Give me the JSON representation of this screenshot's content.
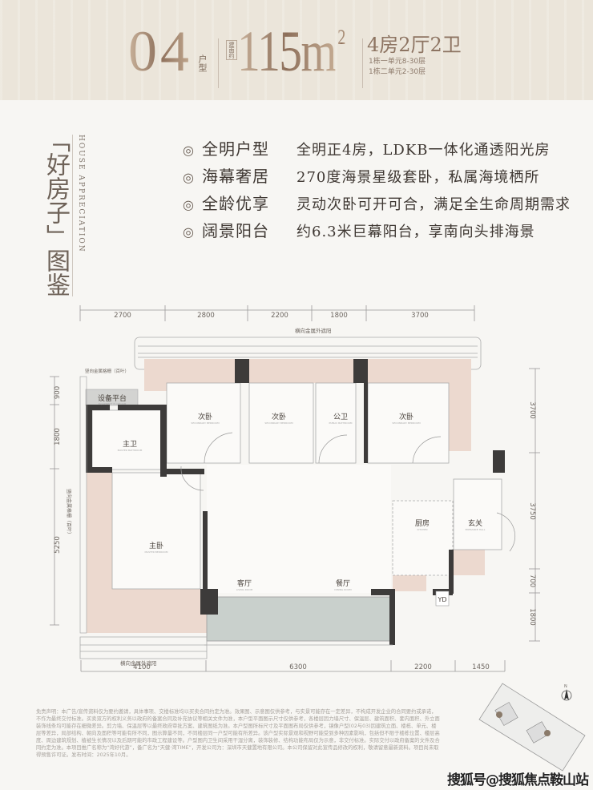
{
  "header": {
    "unit_no": "04",
    "unit_label": "户型",
    "area_prefix": "建面约",
    "area": "115m",
    "area_sup": "2",
    "layout": "4房2厅2卫",
    "building_lines": [
      "1栋一单元8-30层",
      "1栋二单元2-30层"
    ]
  },
  "title": {
    "main": "「好房子」图鉴",
    "english": "HOUSE APPRECIATION"
  },
  "features": [
    {
      "label": "全明户型",
      "desc": "全明正4房，LDKB一体化通透阳光房"
    },
    {
      "label": "海幕奢居",
      "desc": "270度海景星级套卧，私属海境栖所"
    },
    {
      "label": "全龄优享",
      "desc": "灵动次卧可开可合，满足全生命周期需求"
    },
    {
      "label": "阔景阳台",
      "desc": "约6.3米巨幕阳台，享南向头排海景"
    }
  ],
  "plan": {
    "top_dims": [
      "2700",
      "2800",
      "2200",
      "1800",
      "3700"
    ],
    "bottom_dims": [
      "4100",
      "6300",
      "2200",
      "1450"
    ],
    "right_dims": [
      "3700",
      "3750",
      "700",
      "1800"
    ],
    "left_dims": [
      "900",
      "1800",
      "5250"
    ],
    "notes": {
      "top_shade": "横向金属外遮阳",
      "bottom_shade": "横向金属外遮阳",
      "left_louver_top": "竖向金属格栅（百叶）",
      "left_louver_side": "竖向金属格栅（百叶）"
    },
    "rooms": {
      "equipment": "设备平台",
      "master_bath": "主卫",
      "bed2a": "次卧",
      "bed2b": "次卧",
      "public_bath": "公卫",
      "bed2c": "次卧",
      "master_bed": "主卧",
      "living": "客厅",
      "dining": "餐厅",
      "kitchen": "厨房",
      "foyer": "玄关",
      "yd": "YD"
    },
    "rooms_en": {
      "equipment": "EQUIPMENT PLATFORM",
      "master_bath": "MASTER BATHROOM",
      "bed": "SECONDARY BEDROOM",
      "public_bath": "PUBLIC BATHROOM",
      "master_bed": "MASTER BEDROOM",
      "living": "LIVING ROOM",
      "dining": "DINING ROOM",
      "kitchen": "KITCHEN",
      "foyer": "ENTRANCE HALL"
    },
    "north": "N"
  },
  "disclaimer": "免责声明：本广告/宣传资料仅为要约邀请，具体事项、交楼标准均以买卖合同约定为准。效果图、示意图仅供参考，与实景可能存在一定差异，不构成开发企业的合同要约或承诺，不作为最终交付标准。买卖双方的权利义务以政府的备案合同及补充协议等相关文件为准，本户型平面图示尺寸仅供参考，各楼层因力墙尺寸、保温层、建筑面积、套内面积、外立面装饰线条均可能存在细微差异。剪力墙、保温层等以最终政府审批方案、建筑图纸为准。本户型图所标尺寸及平面图布局仅供参考，镜像户型(02与03)因建筑立面、楼栋、单元、楼层等差异，局部结构、朝向及面积等可能有所不同，图示算量不同，不同楼层同一户型可能有所差异。该户型实际景观和视野可能受到多种因素影响，包括但不限于楼栋位置、楼层高度、周边建筑规划、植被生长情况以及后期可能的市政工程建设等。户型图内卫生间采用干湿分离，装饰装修、结构功能布局仅为示意，非交付标准。实际交付以政府备案的文件及合同约定为准。本项目推广名称为“湾好代游”，备广名为“天健·湾TIME”，开发公司为：深圳市天健置地有限公司。本公司保留对此宣传品修改的权利，敬请留意最新资料。项目尚未取得预售许可证。发布时间：2025年10月。",
  "watermark": "搜狐号@搜狐焦点鞍山站"
}
